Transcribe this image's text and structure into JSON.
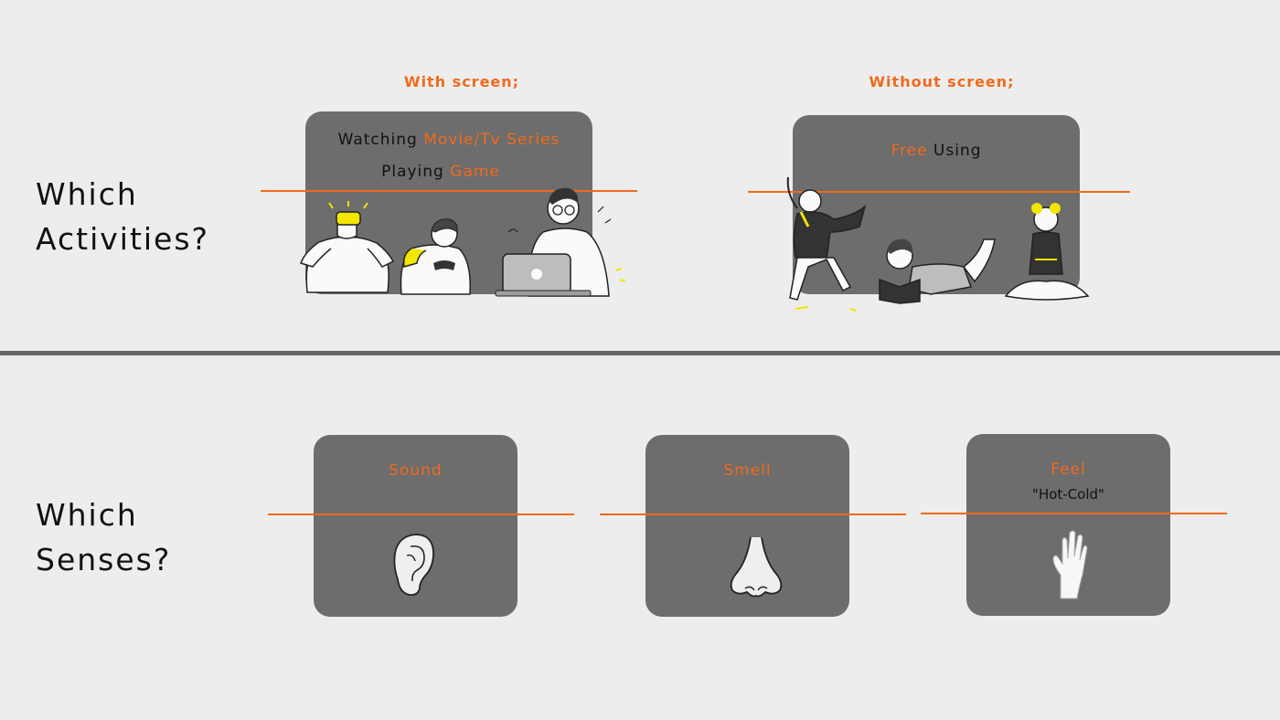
{
  "activities": {
    "heading_line1": "Which",
    "heading_line2": "Activities?",
    "with_screen": {
      "title": "With screen;",
      "line1_prefix": "Watching ",
      "line1_highlight": "Movie/Tv Series",
      "line2_prefix": "Playing ",
      "line2_highlight": "Game",
      "figures": [
        "vr-headset-person",
        "gamer-with-controller",
        "person-with-laptop"
      ]
    },
    "without_screen": {
      "title": "Without screen;",
      "line_highlight": "Free",
      "line_suffix": " Using",
      "figures": [
        "dancing-person",
        "person-reading-book",
        "person-meditating"
      ]
    }
  },
  "senses": {
    "heading_line1": "Which",
    "heading_line2": "Senses?",
    "cards": [
      {
        "title": "Sound",
        "subtitle": "",
        "icon": "ear-icon"
      },
      {
        "title": "Smell",
        "subtitle": "",
        "icon": "nose-icon"
      },
      {
        "title": "Feel",
        "subtitle": "\"Hot-Cold\"",
        "icon": "hand-icon"
      }
    ]
  },
  "colors": {
    "accent": "#f06a1c",
    "panel": "#6d6d6d",
    "background": "#ededed",
    "divider": "#676767",
    "highlight_yellow": "#f3e600"
  }
}
